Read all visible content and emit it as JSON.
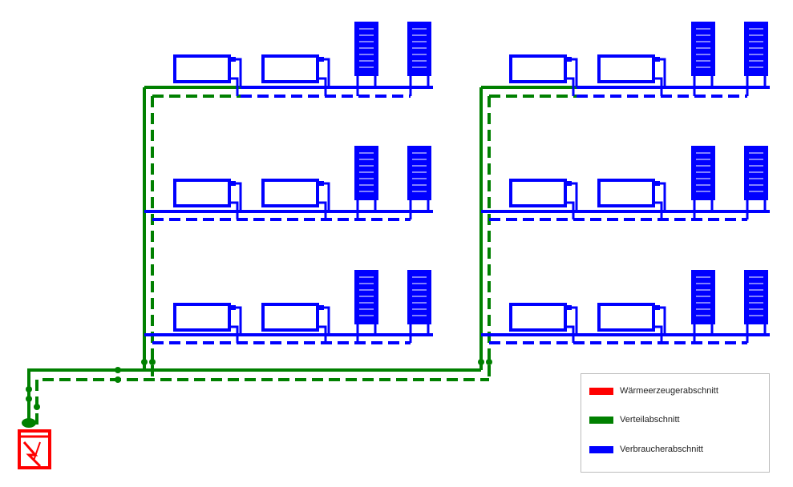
{
  "colors": {
    "heat_generator": "#ff0000",
    "distribution": "#008000",
    "consumer": "#0000ff"
  },
  "legend": {
    "items": [
      {
        "label": "Wärmeerzeugerabschnitt",
        "color": "#ff0000"
      },
      {
        "label": "Verteilabschnitt",
        "color": "#008000"
      },
      {
        "label": "Verbraucherabschnitt",
        "color": "#0000ff"
      }
    ]
  },
  "diagram": {
    "buildings": 2,
    "floors_per_building": 3,
    "panel_radiators_per_floor": 2,
    "column_radiators_per_floor": 2
  }
}
